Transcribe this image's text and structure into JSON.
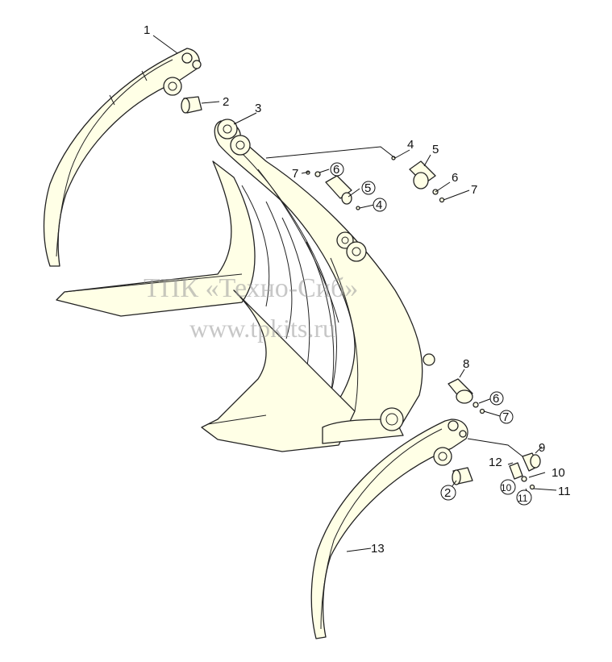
{
  "watermark": {
    "line1": "ТПК «Техно-Сиб»",
    "line2": "www.tpkits.ru"
  },
  "callouts": [
    {
      "id": "c1",
      "text": "1",
      "circled": false
    },
    {
      "id": "c2a",
      "text": "2",
      "circled": false
    },
    {
      "id": "c3",
      "text": "3",
      "circled": false
    },
    {
      "id": "c4a",
      "text": "4",
      "circled": false
    },
    {
      "id": "c5a",
      "text": "5",
      "circled": false
    },
    {
      "id": "c6a",
      "text": "6",
      "circled": false
    },
    {
      "id": "c7a",
      "text": "7",
      "circled": false
    },
    {
      "id": "c7b",
      "text": "7",
      "circled": false
    },
    {
      "id": "c6b",
      "text": "6",
      "circled": true
    },
    {
      "id": "c5b",
      "text": "5",
      "circled": true
    },
    {
      "id": "c4b",
      "text": "4",
      "circled": true
    },
    {
      "id": "c8",
      "text": "8",
      "circled": false
    },
    {
      "id": "c6c",
      "text": "6",
      "circled": true
    },
    {
      "id": "c7c",
      "text": "7",
      "circled": true
    },
    {
      "id": "c9",
      "text": "9",
      "circled": false
    },
    {
      "id": "c12",
      "text": "12",
      "circled": false
    },
    {
      "id": "c10a",
      "text": "10",
      "circled": false
    },
    {
      "id": "c10b",
      "text": "10",
      "circled": true
    },
    {
      "id": "c11a",
      "text": "11",
      "circled": true
    },
    {
      "id": "c11b",
      "text": "11",
      "circled": false
    },
    {
      "id": "c2b",
      "text": "2",
      "circled": true
    },
    {
      "id": "c13",
      "text": "13",
      "circled": false
    }
  ]
}
